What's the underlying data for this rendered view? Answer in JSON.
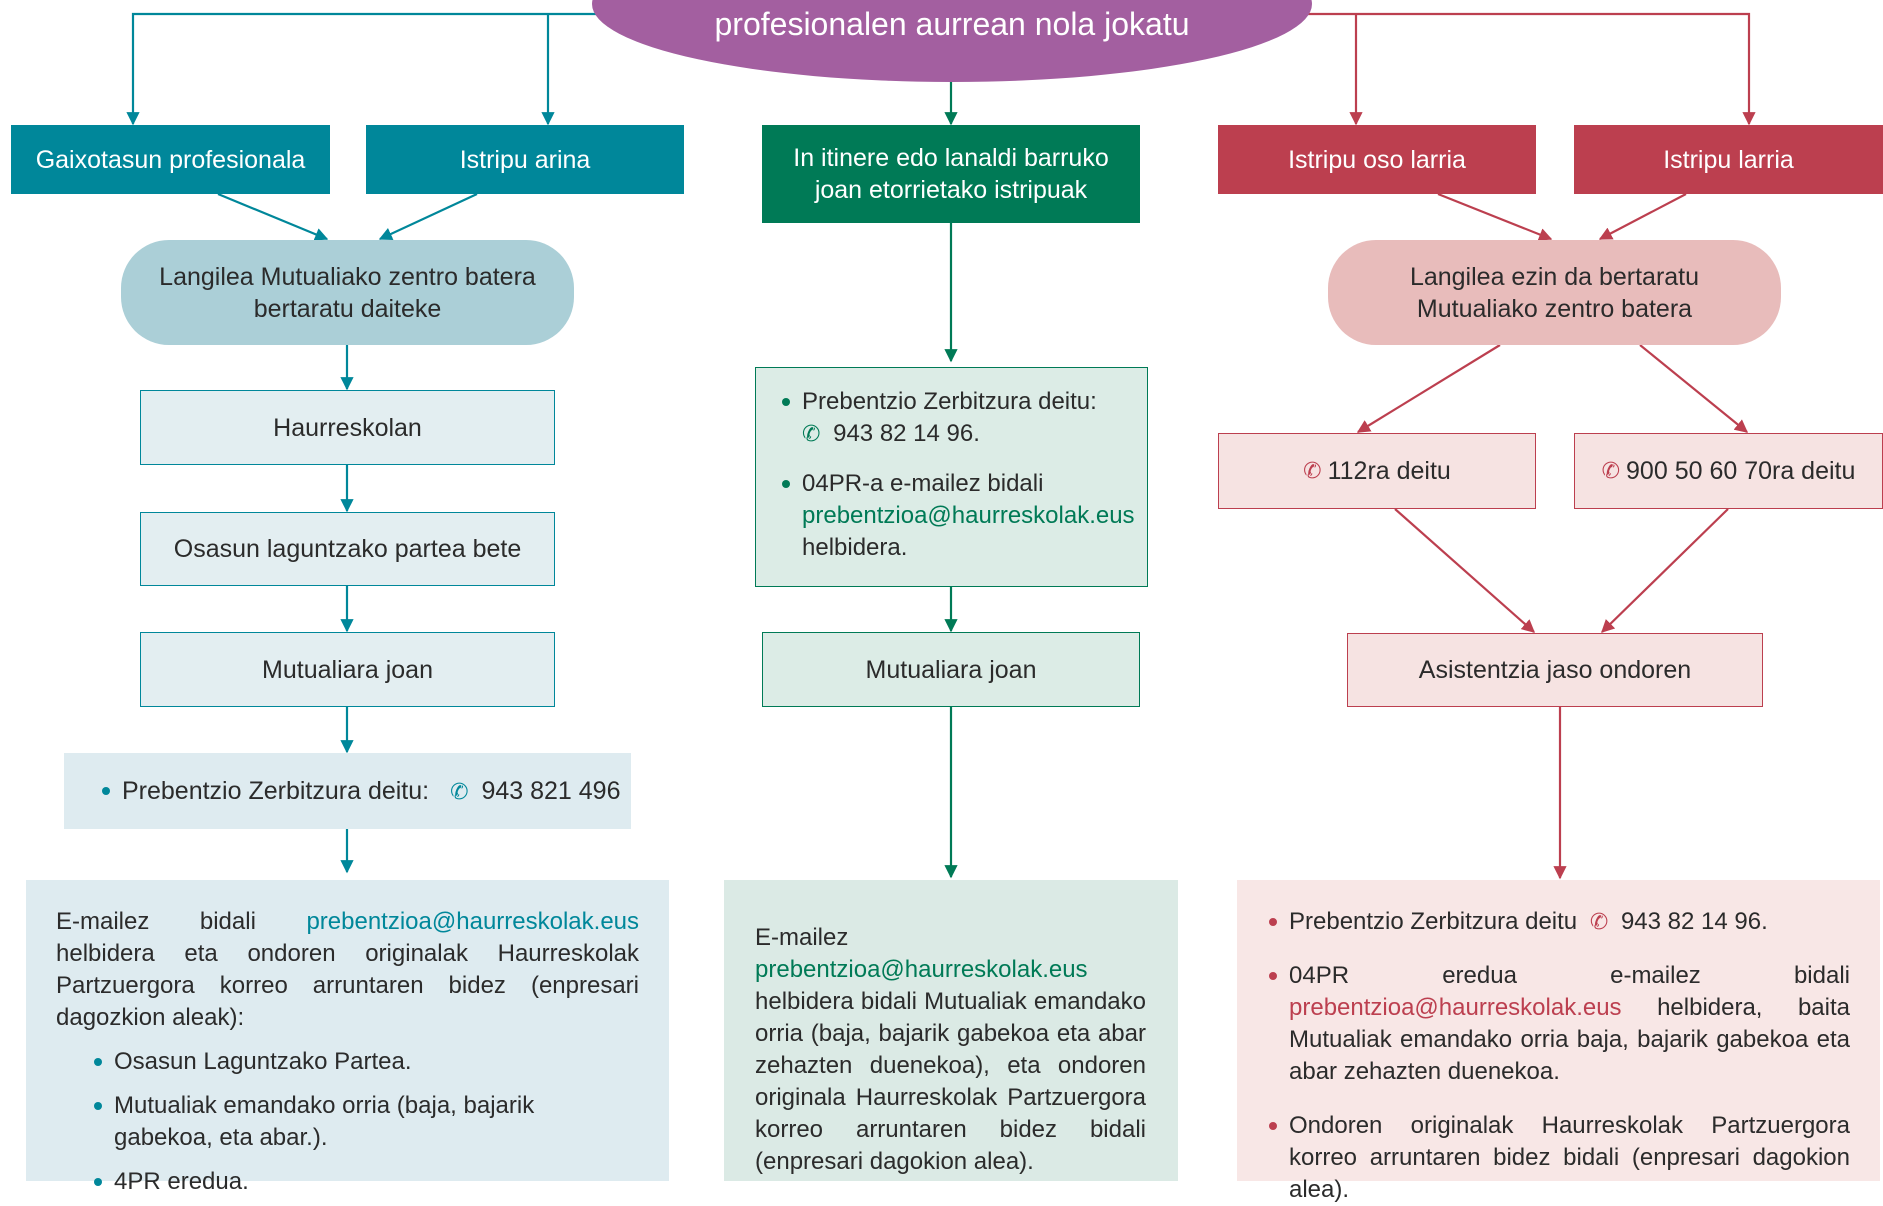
{
  "title_ellipse": "profesionalen aurrean nola jokatu",
  "colors": {
    "teal": "#00879a",
    "green": "#007a56",
    "red": "#bc3f4f",
    "purple": "#a35fa0"
  },
  "icons": {
    "phone": "phone-icon"
  },
  "left": {
    "header_1": "Gaixotasun profesionala",
    "header_2": "Istripu arina",
    "pill": "Langilea Mutualiako zentro batera bertaratu daiteke",
    "step_1": "Haurreskolan",
    "step_2": "Osasun laguntzako partea bete",
    "step_3": "Mutualiara joan",
    "call_label": "Prebentzio Zerbitzura deitu:",
    "call_number": "943 821 496",
    "panel": {
      "intro_1": "E-mailez bidali",
      "email": "prebentzioa@haurreskolak.eus",
      "intro_2": "helbidera eta ondoren originalak Haurreskolak Partzuergora korreo arruntaren bidez (enpresari dagozkion aleak):",
      "items": [
        "Osasun Laguntzako Partea.",
        "Mutualiak emandako orria (baja, bajarik gabekoa, eta abar.).",
        "4PR eredua."
      ]
    }
  },
  "center": {
    "header": "In itinere edo lanaldi barruko joan etorrietako istripuak",
    "box": {
      "call_label": "Prebentzio Zerbitzura deitu:",
      "call_number": "943 82 14 96.",
      "send_1": "04PR-a e-mailez bidali",
      "email": "prebentzioa@haurreskolak.eus",
      "send_2": "helbidera."
    },
    "step": "Mutualiara joan",
    "panel": {
      "intro_1": "E-mailez",
      "email": "prebentzioa@haurreskolak.eus",
      "text": "helbidera bidali Mutualiak emandako orria (baja, bajarik gabekoa eta abar zehazten duenekoa), eta ondoren originala Haurreskolak Partzuergora korreo arruntaren bidez bidali (enpresari dagokion alea)."
    }
  },
  "right": {
    "header_1": "Istripu oso larria",
    "header_2": "Istripu larria",
    "pill": "Langilea ezin da bertaratu Mutualiako zentro batera",
    "call_1": "112ra deitu",
    "call_2": "900 50 60 70ra deitu",
    "step": "Asistentzia jaso ondoren",
    "panel": {
      "item_1_label": "Prebentzio Zerbitzura deitu",
      "item_1_number": "943 82 14 96.",
      "item_2_a": "04PR eredua e-mailez bidali",
      "item_2_email": "prebentzioa@haurreskolak.eus",
      "item_2_b": "helbidera, baita Mutualiak emandako orria baja, bajarik gabekoa eta abar zehazten duenekoa.",
      "item_3": "Ondoren originalak Haurreskolak Partzuergora korreo arruntaren bidez bidali (enpresari dagokion alea)."
    }
  }
}
